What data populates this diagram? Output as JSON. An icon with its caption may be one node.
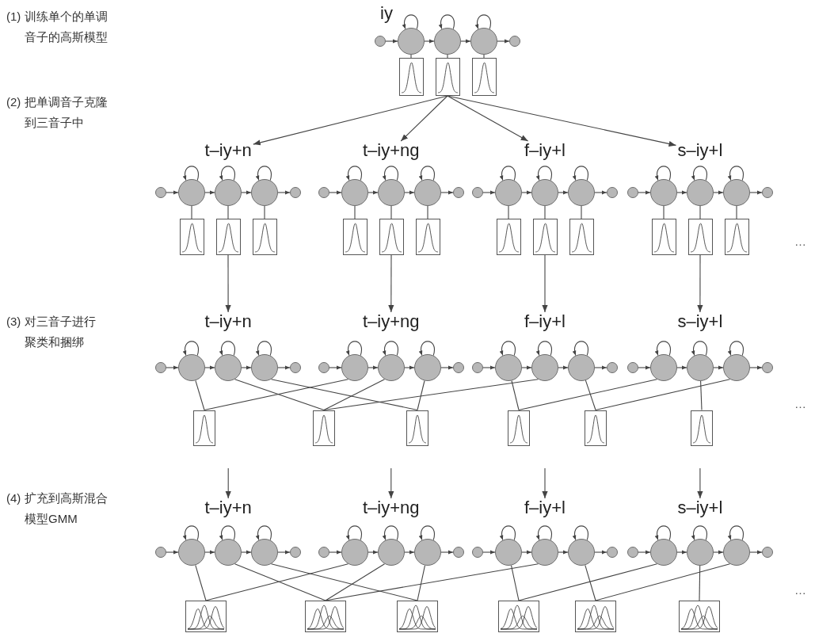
{
  "diagram": {
    "nodes": [
      {
        "text": [
          "iy"
        ]
      },
      {
        "text": [],
        "shape": "circle"
      },
      {
        "text": [],
        "shape": "circle"
      },
      {
        "text": [],
        "shape": "circle"
      },
      {
        "text": [],
        "shape": "circle"
      },
      {
        "text": [],
        "shape": "circle"
      },
      {
        "text": [],
        "shape": "box"
      },
      {
        "text": [],
        "shape": "box"
      },
      {
        "text": [],
        "shape": "box"
      },
      {
        "text": [
          "t–iy+n"
        ]
      },
      {
        "text": [],
        "shape": "circle"
      },
      {
        "text": [],
        "shape": "circle"
      },
      {
        "text": [],
        "shape": "circle"
      },
      {
        "text": [],
        "shape": "circle"
      },
      {
        "text": [],
        "shape": "circle"
      },
      {
        "text": [],
        "shape": "box"
      },
      {
        "text": [],
        "shape": "box"
      },
      {
        "text": [],
        "shape": "box"
      },
      {
        "text": [
          "t–iy+ng"
        ]
      },
      {
        "text": [],
        "shape": "circle"
      },
      {
        "text": [],
        "shape": "circle"
      },
      {
        "text": [],
        "shape": "circle"
      },
      {
        "text": [],
        "shape": "circle"
      },
      {
        "text": [],
        "shape": "circle"
      },
      {
        "text": [],
        "shape": "box"
      },
      {
        "text": [],
        "shape": "box"
      },
      {
        "text": [],
        "shape": "box"
      },
      {
        "text": [
          "f–iy+l"
        ]
      },
      {
        "text": [],
        "shape": "circle"
      },
      {
        "text": [],
        "shape": "circle"
      },
      {
        "text": [],
        "shape": "circle"
      },
      {
        "text": [],
        "shape": "circle"
      },
      {
        "text": [],
        "shape": "circle"
      },
      {
        "text": [],
        "shape": "box"
      },
      {
        "text": [],
        "shape": "box"
      },
      {
        "text": [],
        "shape": "box"
      },
      {
        "text": [
          "s–iy+l"
        ]
      },
      {
        "text": [],
        "shape": "circle"
      },
      {
        "text": [],
        "shape": "circle"
      },
      {
        "text": [],
        "shape": "circle"
      },
      {
        "text": [],
        "shape": "circle"
      },
      {
        "text": [],
        "shape": "circle"
      },
      {
        "text": [],
        "shape": "box"
      },
      {
        "text": [],
        "shape": "box"
      },
      {
        "text": [],
        "shape": "box"
      },
      {
        "text": [
          "t–iy+n"
        ]
      },
      {
        "text": [],
        "shape": "circle"
      },
      {
        "text": [],
        "shape": "circle"
      },
      {
        "text": [],
        "shape": "circle"
      },
      {
        "text": [],
        "shape": "circle"
      },
      {
        "text": [],
        "shape": "circle"
      },
      {
        "text": [
          "t–iy+ng"
        ]
      },
      {
        "text": [],
        "shape": "circle"
      },
      {
        "text": [],
        "shape": "circle"
      },
      {
        "text": [],
        "shape": "circle"
      },
      {
        "text": [],
        "shape": "circle"
      },
      {
        "text": [],
        "shape": "circle"
      },
      {
        "text": [
          "f–iy+l"
        ]
      },
      {
        "text": [],
        "shape": "circle"
      },
      {
        "text": [],
        "shape": "circle"
      },
      {
        "text": [],
        "shape": "circle"
      },
      {
        "text": [],
        "shape": "circle"
      },
      {
        "text": [],
        "shape": "circle"
      },
      {
        "text": [
          "s–iy+l"
        ]
      },
      {
        "text": [],
        "shape": "circle"
      },
      {
        "text": [],
        "shape": "circle"
      },
      {
        "text": [],
        "shape": "circle"
      },
      {
        "text": [],
        "shape": "circle"
      },
      {
        "text": [],
        "shape": "circle"
      },
      {
        "text": [],
        "shape": "box"
      },
      {
        "text": [],
        "shape": "box"
      },
      {
        "text": [],
        "shape": "box"
      },
      {
        "text": [],
        "shape": "box"
      },
      {
        "text": [],
        "shape": "box"
      },
      {
        "text": [],
        "shape": "box"
      },
      {
        "text": [
          "t–iy+n"
        ]
      },
      {
        "text": [],
        "shape": "circle"
      },
      {
        "text": [],
        "shape": "circle"
      },
      {
        "text": [],
        "shape": "circle"
      },
      {
        "text": [],
        "shape": "circle"
      },
      {
        "text": [],
        "shape": "circle"
      },
      {
        "text": [
          "t–iy+ng"
        ]
      },
      {
        "text": [],
        "shape": "circle"
      },
      {
        "text": [],
        "shape": "circle"
      },
      {
        "text": [],
        "shape": "circle"
      },
      {
        "text": [],
        "shape": "circle"
      },
      {
        "text": [],
        "shape": "circle"
      },
      {
        "text": [
          "f–iy+l"
        ]
      },
      {
        "text": [],
        "shape": "circle"
      },
      {
        "text": [],
        "shape": "circle"
      },
      {
        "text": [],
        "shape": "circle"
      },
      {
        "text": [],
        "shape": "circle"
      },
      {
        "text": [],
        "shape": "circle"
      },
      {
        "text": [
          "s–iy+l"
        ]
      },
      {
        "text": [],
        "shape": "circle"
      },
      {
        "text": [],
        "shape": "circle"
      },
      {
        "text": [],
        "shape": "circle"
      },
      {
        "text": [],
        "shape": "circle"
      },
      {
        "text": [],
        "shape": "circle"
      },
      {
        "text": [],
        "shape": "box"
      },
      {
        "text": [],
        "shape": "box"
      },
      {
        "text": [],
        "shape": "box"
      },
      {
        "text": [],
        "shape": "box"
      },
      {
        "text": [],
        "shape": "box"
      },
      {
        "text": [],
        "shape": "box"
      }
    ],
    "edges": [
      {
        "from": 1,
        "to": 2,
        "arrow": "to"
      },
      {
        "from": 2,
        "to": 3,
        "arrow": "to"
      },
      {
        "from": 3,
        "to": 4,
        "arrow": "to"
      },
      {
        "from": 4,
        "to": 5,
        "arrow": "to"
      },
      {
        "from": 2,
        "to": 2,
        "arrow": "to"
      },
      {
        "from": 3,
        "to": 3,
        "arrow": "to"
      },
      {
        "from": 4,
        "to": 4,
        "arrow": "to"
      },
      {
        "from": 2,
        "to": 6,
        "arrow": "none"
      },
      {
        "from": 3,
        "to": 7,
        "arrow": "none"
      },
      {
        "from": 4,
        "to": 8,
        "arrow": "none"
      },
      {
        "from": 10,
        "to": 11,
        "arrow": "to"
      },
      {
        "from": 11,
        "to": 12,
        "arrow": "to"
      },
      {
        "from": 12,
        "to": 13,
        "arrow": "to"
      },
      {
        "from": 13,
        "to": 14,
        "arrow": "to"
      },
      {
        "from": 11,
        "to": 11,
        "arrow": "to"
      },
      {
        "from": 12,
        "to": 12,
        "arrow": "to"
      },
      {
        "from": 13,
        "to": 13,
        "arrow": "to"
      },
      {
        "from": 11,
        "to": 15,
        "arrow": "none"
      },
      {
        "from": 12,
        "to": 16,
        "arrow": "none"
      },
      {
        "from": 13,
        "to": 17,
        "arrow": "none"
      },
      {
        "from": 19,
        "to": 20,
        "arrow": "to"
      },
      {
        "from": 20,
        "to": 21,
        "arrow": "to"
      },
      {
        "from": 21,
        "to": 22,
        "arrow": "to"
      },
      {
        "from": 22,
        "to": 23,
        "arrow": "to"
      },
      {
        "from": 20,
        "to": 20,
        "arrow": "to"
      },
      {
        "from": 21,
        "to": 21,
        "arrow": "to"
      },
      {
        "from": 22,
        "to": 22,
        "arrow": "to"
      },
      {
        "from": 20,
        "to": 24,
        "arrow": "none"
      },
      {
        "from": 21,
        "to": 25,
        "arrow": "none"
      },
      {
        "from": 22,
        "to": 26,
        "arrow": "none"
      },
      {
        "from": 28,
        "to": 29,
        "arrow": "to"
      },
      {
        "from": 29,
        "to": 30,
        "arrow": "to"
      },
      {
        "from": 30,
        "to": 31,
        "arrow": "to"
      },
      {
        "from": 31,
        "to": 32,
        "arrow": "to"
      },
      {
        "from": 29,
        "to": 29,
        "arrow": "to"
      },
      {
        "from": 30,
        "to": 30,
        "arrow": "to"
      },
      {
        "from": 31,
        "to": 31,
        "arrow": "to"
      },
      {
        "from": 29,
        "to": 33,
        "arrow": "none"
      },
      {
        "from": 30,
        "to": 34,
        "arrow": "none"
      },
      {
        "from": 31,
        "to": 35,
        "arrow": "none"
      },
      {
        "from": 37,
        "to": 38,
        "arrow": "to"
      },
      {
        "from": 38,
        "to": 39,
        "arrow": "to"
      },
      {
        "from": 39,
        "to": 40,
        "arrow": "to"
      },
      {
        "from": 40,
        "to": 41,
        "arrow": "to"
      },
      {
        "from": 38,
        "to": 38,
        "arrow": "to"
      },
      {
        "from": 39,
        "to": 39,
        "arrow": "to"
      },
      {
        "from": 40,
        "to": 40,
        "arrow": "to"
      },
      {
        "from": 38,
        "to": 42,
        "arrow": "none"
      },
      {
        "from": 39,
        "to": 43,
        "arrow": "none"
      },
      {
        "from": 40,
        "to": 44,
        "arrow": "none"
      },
      {
        "from": 46,
        "to": 47,
        "arrow": "to"
      },
      {
        "from": 47,
        "to": 48,
        "arrow": "to"
      },
      {
        "from": 48,
        "to": 49,
        "arrow": "to"
      },
      {
        "from": 49,
        "to": 50,
        "arrow": "to"
      },
      {
        "from": 47,
        "to": 47,
        "arrow": "to"
      },
      {
        "from": 48,
        "to": 48,
        "arrow": "to"
      },
      {
        "from": 49,
        "to": 49,
        "arrow": "to"
      },
      {
        "from": 47,
        "to": 69,
        "arrow": "none"
      },
      {
        "from": 48,
        "to": 70,
        "arrow": "none"
      },
      {
        "from": 49,
        "to": 71,
        "arrow": "none"
      },
      {
        "from": 52,
        "to": 53,
        "arrow": "to"
      },
      {
        "from": 53,
        "to": 54,
        "arrow": "to"
      },
      {
        "from": 54,
        "to": 55,
        "arrow": "to"
      },
      {
        "from": 55,
        "to": 56,
        "arrow": "to"
      },
      {
        "from": 53,
        "to": 53,
        "arrow": "to"
      },
      {
        "from": 54,
        "to": 54,
        "arrow": "to"
      },
      {
        "from": 55,
        "to": 55,
        "arrow": "to"
      },
      {
        "from": 53,
        "to": 69,
        "arrow": "none"
      },
      {
        "from": 54,
        "to": 70,
        "arrow": "none"
      },
      {
        "from": 55,
        "to": 71,
        "arrow": "none"
      },
      {
        "from": 58,
        "to": 59,
        "arrow": "to"
      },
      {
        "from": 59,
        "to": 60,
        "arrow": "to"
      },
      {
        "from": 60,
        "to": 61,
        "arrow": "to"
      },
      {
        "from": 61,
        "to": 62,
        "arrow": "to"
      },
      {
        "from": 59,
        "to": 59,
        "arrow": "to"
      },
      {
        "from": 60,
        "to": 60,
        "arrow": "to"
      },
      {
        "from": 61,
        "to": 61,
        "arrow": "to"
      },
      {
        "from": 59,
        "to": 72,
        "arrow": "none"
      },
      {
        "from": 60,
        "to": 70,
        "arrow": "none"
      },
      {
        "from": 61,
        "to": 73,
        "arrow": "none"
      },
      {
        "from": 64,
        "to": 65,
        "arrow": "to"
      },
      {
        "from": 65,
        "to": 66,
        "arrow": "to"
      },
      {
        "from": 66,
        "to": 67,
        "arrow": "to"
      },
      {
        "from": 67,
        "to": 68,
        "arrow": "to"
      },
      {
        "from": 65,
        "to": 65,
        "arrow": "to"
      },
      {
        "from": 66,
        "to": 66,
        "arrow": "to"
      },
      {
        "from": 67,
        "to": 67,
        "arrow": "to"
      },
      {
        "from": 65,
        "to": 72,
        "arrow": "none"
      },
      {
        "from": 66,
        "to": 74,
        "arrow": "none"
      },
      {
        "from": 67,
        "to": 73,
        "arrow": "none"
      },
      {
        "from": 76,
        "to": 77,
        "arrow": "to"
      },
      {
        "from": 77,
        "to": 78,
        "arrow": "to"
      },
      {
        "from": 78,
        "to": 79,
        "arrow": "to"
      },
      {
        "from": 79,
        "to": 80,
        "arrow": "to"
      },
      {
        "from": 77,
        "to": 77,
        "arrow": "to"
      },
      {
        "from": 78,
        "to": 78,
        "arrow": "to"
      },
      {
        "from": 79,
        "to": 79,
        "arrow": "to"
      },
      {
        "from": 77,
        "to": 99,
        "arrow": "none"
      },
      {
        "from": 78,
        "to": 100,
        "arrow": "none"
      },
      {
        "from": 79,
        "to": 101,
        "arrow": "none"
      },
      {
        "from": 82,
        "to": 83,
        "arrow": "to"
      },
      {
        "from": 83,
        "to": 84,
        "arrow": "to"
      },
      {
        "from": 84,
        "to": 85,
        "arrow": "to"
      },
      {
        "from": 85,
        "to": 86,
        "arrow": "to"
      },
      {
        "from": 83,
        "to": 83,
        "arrow": "to"
      },
      {
        "from": 84,
        "to": 84,
        "arrow": "to"
      },
      {
        "from": 85,
        "to": 85,
        "arrow": "to"
      },
      {
        "from": 83,
        "to": 99,
        "arrow": "none"
      },
      {
        "from": 84,
        "to": 100,
        "arrow": "none"
      },
      {
        "from": 85,
        "to": 101,
        "arrow": "none"
      },
      {
        "from": 88,
        "to": 89,
        "arrow": "to"
      },
      {
        "from": 89,
        "to": 90,
        "arrow": "to"
      },
      {
        "from": 90,
        "to": 91,
        "arrow": "to"
      },
      {
        "from": 91,
        "to": 92,
        "arrow": "to"
      },
      {
        "from": 89,
        "to": 89,
        "arrow": "to"
      },
      {
        "from": 90,
        "to": 90,
        "arrow": "to"
      },
      {
        "from": 91,
        "to": 91,
        "arrow": "to"
      },
      {
        "from": 89,
        "to": 102,
        "arrow": "none"
      },
      {
        "from": 90,
        "to": 100,
        "arrow": "none"
      },
      {
        "from": 91,
        "to": 103,
        "arrow": "none"
      },
      {
        "from": 94,
        "to": 95,
        "arrow": "to"
      },
      {
        "from": 95,
        "to": 96,
        "arrow": "to"
      },
      {
        "from": 96,
        "to": 97,
        "arrow": "to"
      },
      {
        "from": 97,
        "to": 98,
        "arrow": "to"
      },
      {
        "from": 95,
        "to": 95,
        "arrow": "to"
      },
      {
        "from": 96,
        "to": 96,
        "arrow": "to"
      },
      {
        "from": 97,
        "to": 97,
        "arrow": "to"
      },
      {
        "from": 95,
        "to": 102,
        "arrow": "none"
      },
      {
        "from": 96,
        "to": 104,
        "arrow": "none"
      },
      {
        "from": 97,
        "to": 103,
        "arrow": "none"
      },
      {
        "from": 7,
        "to": 9,
        "arrow": "to"
      },
      {
        "from": 7,
        "to": 18,
        "arrow": "to"
      },
      {
        "from": 7,
        "to": 27,
        "arrow": "to"
      },
      {
        "from": 7,
        "to": 36,
        "arrow": "to"
      },
      {
        "from": 16,
        "to": 45,
        "arrow": "to"
      },
      {
        "from": 25,
        "to": 51,
        "arrow": "to"
      },
      {
        "from": 34,
        "to": 57,
        "arrow": "to"
      },
      {
        "from": 43,
        "to": 63,
        "arrow": "to"
      },
      {
        "from": null,
        "to": 75,
        "arrow": "to"
      },
      {
        "from": null,
        "to": 81,
        "arrow": "to"
      },
      {
        "from": null,
        "to": 87,
        "arrow": "to"
      },
      {
        "from": null,
        "to": 93,
        "arrow": "to"
      }
    ],
    "labels": [
      "(1) 训练单个的单调音子的高斯模型",
      "(2) 把单调音子克隆到三音子中",
      "(3) 对三音子进行聚类和捆绑",
      "(4) 扩充到高斯混合模型GMM",
      "…",
      "…",
      "…"
    ]
  }
}
